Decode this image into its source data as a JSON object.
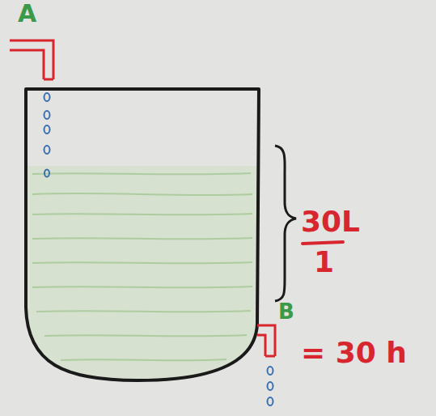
{
  "diagram": {
    "labels": [
      "A",
      "30L",
      "1",
      "B",
      "= 30 h"
    ]
  }
}
